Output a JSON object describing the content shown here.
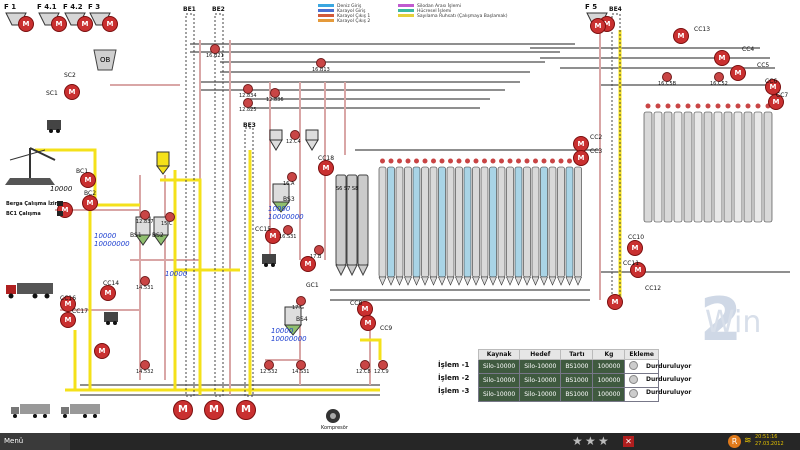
{
  "app": {
    "menu_label": "Menü",
    "clock_time": "20:51:16",
    "clock_date": "27.03.2012",
    "compressor_label": "Kompresör",
    "brand_digit": "2",
    "brand_word": "Win"
  },
  "legend": [
    {
      "label": "Deniz Giriş",
      "color": "#3aa7e0"
    },
    {
      "label": "Karayol Giriş",
      "color": "#4a6fd0"
    },
    {
      "label": "Karayol Çıkış 1",
      "color": "#d25a3a"
    },
    {
      "label": "Karayol Çıkış 2",
      "color": "#e59a3a"
    },
    {
      "label": "Silodan Arası İşlemi",
      "color": "#c05ad0"
    },
    {
      "label": "Hücresel İşlemi",
      "color": "#3ab8a0"
    },
    {
      "label": "Sayılama Ruhsatı (Çalışmaya Başlamak)",
      "color": "#e5d03a"
    }
  ],
  "hoppers": [
    "F 1",
    "F 4.1",
    "F 4.2",
    "F 3",
    "F 5"
  ],
  "elevators": [
    "BE1",
    "BE2",
    "BE3",
    "BE4"
  ],
  "conveyors": [
    "SC2",
    "SC1",
    "BC1",
    "BC2",
    "CC14",
    "CC16",
    "CC17",
    "CC15",
    "CC18",
    "CC13",
    "CC4",
    "CC5",
    "CC6",
    "CC7",
    "CC2",
    "CC3",
    "CC10",
    "CC11",
    "CC12",
    "CC8",
    "CC9",
    "GC1"
  ],
  "bins": [
    "BS1",
    "BS2",
    "BS3",
    "BS4",
    "OB",
    "S6",
    "S7",
    "S8"
  ],
  "valves": [
    "12.834",
    "12.825",
    "12.836",
    "12.837",
    "12.C4",
    "15.C",
    "16.A",
    "16.S31",
    "17.B",
    "17.G",
    "14.531",
    "14.532",
    "14.S31",
    "12.532",
    "12.C8",
    "12.C9",
    "16.B21",
    "16.B13",
    "16.C5B",
    "16.C52"
  ],
  "readouts": {
    "bc1_count": "10000",
    "bs2_qty_a": "10000",
    "bs2_qty_b": "10000000",
    "bs3_qty_a": "10000",
    "bs3_qty_b": "10000000",
    "bs4_qty_a": "10000",
    "bs4_qty_b": "10000000",
    "side_qty": "10000"
  },
  "controls": {
    "start_label": "Berga Çalışma İzin",
    "bc1_run_label": "BC1 Çalışma"
  },
  "operations": {
    "headers": [
      "Kaynak",
      "Hedef",
      "Tartı",
      "Kg",
      "Ekleme"
    ],
    "rows": [
      {
        "label": "İşlem -1",
        "source": "Silo-10000",
        "target": "Silo-10000",
        "scale": "BS1000",
        "kg": "100000",
        "status": "Durduruluyor"
      },
      {
        "label": "İşlem -2",
        "source": "Silo-10000",
        "target": "Silo-10000",
        "scale": "BS1000",
        "kg": "100000",
        "status": "Durduruluyor"
      },
      {
        "label": "İşlem -3",
        "source": "Silo-10000",
        "target": "Silo-10000",
        "scale": "BS1000",
        "kg": "100000",
        "status": "Durduruluyor"
      }
    ]
  }
}
